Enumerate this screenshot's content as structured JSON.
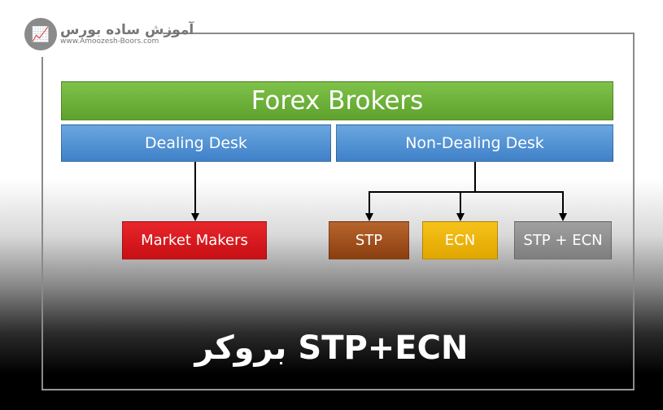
{
  "logo": {
    "brand": "آموزش ساده بورس",
    "url": "www.Amoozesh-Boors.com"
  },
  "diagram": {
    "root": "Forex Brokers",
    "branches": [
      "Dealing Desk",
      "Non-Dealing Desk"
    ],
    "leaves": [
      "Market Makers",
      "STP",
      "ECN",
      "STP + ECN"
    ]
  },
  "colors": {
    "root": "#6db33a",
    "branch": "#4f90d4",
    "market_makers": "#d7171c",
    "stp": "#a14e1b",
    "ecn": "#f0b400",
    "stp_ecn": "#8c8c8c"
  },
  "title": "بروکر STP+ECN"
}
